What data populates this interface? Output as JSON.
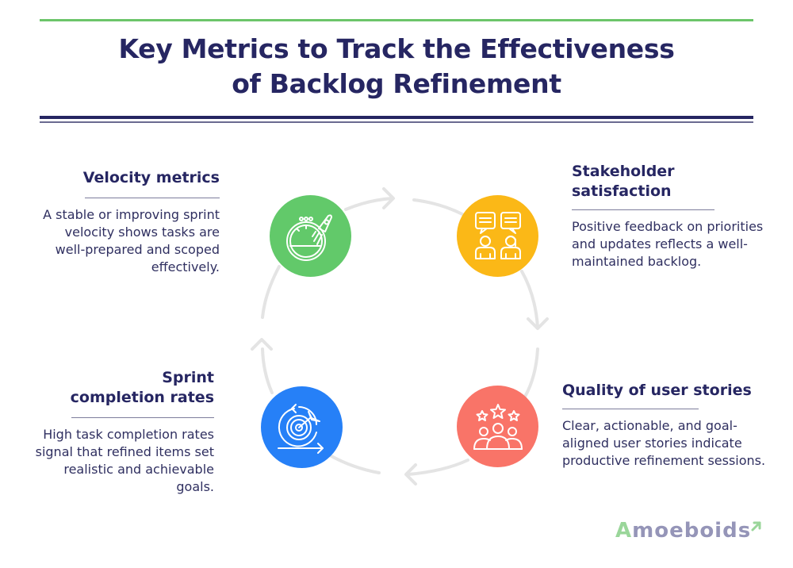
{
  "title": {
    "line1": "Key Metrics to Track the Effectiveness",
    "line2": "of Backlog Refinement"
  },
  "colors": {
    "heading": "#262662",
    "top_rule": "#6cc56a",
    "ring": "#e6e6e6",
    "velocity": "#62c96a",
    "stakeholder": "#fbb817",
    "sprint": "#2680f7",
    "quality": "#f97468"
  },
  "metrics": [
    {
      "title": "Velocity metrics",
      "description": "A stable or improving sprint velocity shows tasks are well-prepared and scoped effectively.",
      "icon": "speedometer-rocket-icon"
    },
    {
      "title_line1": "Stakeholder",
      "title_line2": "satisfaction",
      "description": "Positive feedback on priorities and updates reflects a well-maintained backlog.",
      "icon": "stakeholders-chat-icon"
    },
    {
      "title_line1": "Sprint",
      "title_line2": "completion rates",
      "description": "High task completion rates signal that refined items set realistic and achievable goals.",
      "icon": "target-cycle-icon"
    },
    {
      "title": "Quality of user stories",
      "description": "Clear, actionable, and goal-aligned user stories indicate productive refinement sessions.",
      "icon": "rated-team-icon"
    }
  ],
  "logo": {
    "first_letter": "A",
    "rest": "moeboids"
  }
}
